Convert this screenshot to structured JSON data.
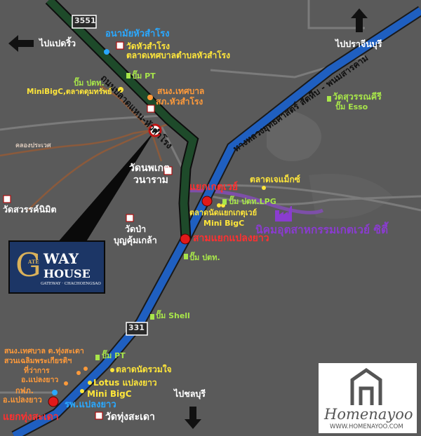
{
  "directions": {
    "west": "ไปแปดริ้ว",
    "north": "ไปปราจีนบุรี",
    "south": "ไปชลบุรี"
  },
  "routes": {
    "r3551": "3551",
    "r331": "331"
  },
  "roads": {
    "north_road": "ถนนปลาดแหน-หัวสำโรง",
    "east_road": "ทางหลวงยุทธศาสตร์ สัตหีบ - พนมสารคาม",
    "canal": "คลองประเวศ"
  },
  "places": {
    "health_center": "อนามัยหัวสำโรง",
    "wat_huasamrong": "วัดหัวสำโรง",
    "market_tambon": "ตลาดเทศบาลตำบลหัวสำโรง",
    "pump_pt": "ปั๊ม PT",
    "pump_ptt": "ปั๊ม ปตท.",
    "minibigc_market": "MiniBigC,ตลาดดุมทรัพย์",
    "sanong_tesaban": "สนง.เทศบาล",
    "police_huasamrong": "สภ.หัวสำโรง",
    "wat_noppakhet": "วัดนพเกตุ",
    "wanaram": "วนาราม",
    "yaek_kate": "แยกเกตุเวย์",
    "talad_max": "ตลาดเจแม็กซ์",
    "pump_ptt_lpg": "ปั๊ม ปตท.LPG",
    "talad_nat": "ตลาดนัดแยกเกตุเวย์",
    "mini_bigc": "Mini BigC",
    "industrial": "นิคมอุตสาหกรรมเกตเวย์ ซิตี้",
    "wat_sawan": "วัดสวรรค์นิมิต",
    "wat_pa": "วัดป่า",
    "bunkhum": "บุญคุ้มเกล้า",
    "sam_yaek": "สามแยกแปลงยาว",
    "pump_ptt2": "ปั๊ม ปตท.",
    "pump_shell": "ปั๊ม Shell",
    "wat_suwan": "วัดสุวรรณคีรี",
    "pump_esso": "ปั๊ม Esso",
    "sanong_tungsadao": "สนง.เทศบาล ต.ทุ่งสะเดา",
    "suan_chalerm": "สวนเฉลิมพระเกียรติฯ",
    "tiwakan": "ที่ว่าการ",
    "amphoe_plangyao": "อ.แปลงยาว",
    "pump_pt2": "ปั๊ม PT",
    "talad_ruamjai": "ตลาดนัดรวมใจ",
    "lotus": "Lotus แปลงยาว",
    "minibigc2": "Mini BigC",
    "kfp": "กฟภ.",
    "amphoe_plangyao2": "อ.แปลงยาว",
    "hospital": "รพ.แปลงยาว",
    "yaek_tungsadao": "แยกทุ่งสะเดา",
    "wat_tungsadao": "วัดทุ่งสะเดา"
  },
  "project": {
    "name_g": "G",
    "name_ate": "ATE",
    "name_way": "WAY",
    "name_house": "HOUSE",
    "sub": "GATEWAY · CHACHOENGSAO"
  },
  "watermark": {
    "brand": "Homenayoo",
    "url": "WWW.HOMENAYOO.COM"
  },
  "colors": {
    "bg": "#5a5a5a",
    "road_green": "#1e4a2a",
    "road_blue": "#1f5fc0",
    "road_brown": "#8b5a3c",
    "road_purple": "#7d4fa8",
    "project_navy": "#1c3666"
  }
}
